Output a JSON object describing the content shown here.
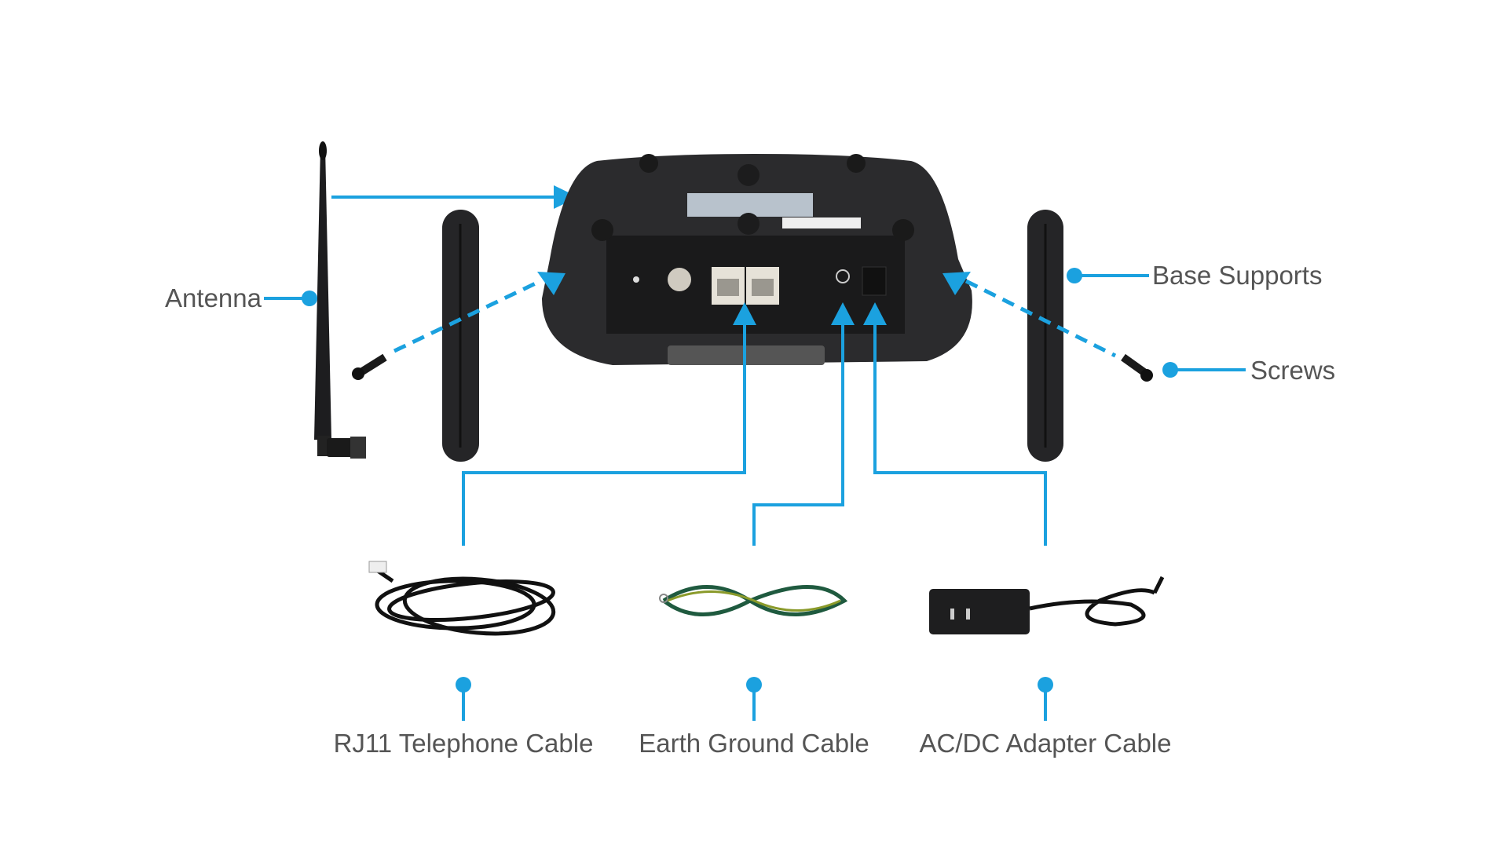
{
  "colors": {
    "accent": "#1ba1df",
    "label": "#555555",
    "device": "#2b2b2d"
  },
  "labels": {
    "antenna": "Antenna",
    "base_supports": "Base Supports",
    "screws": "Screws",
    "rj11": "RJ11 Telephone Cable",
    "earth": "Earth Ground Cable",
    "adapter": "AC/DC Adapter Cable"
  }
}
